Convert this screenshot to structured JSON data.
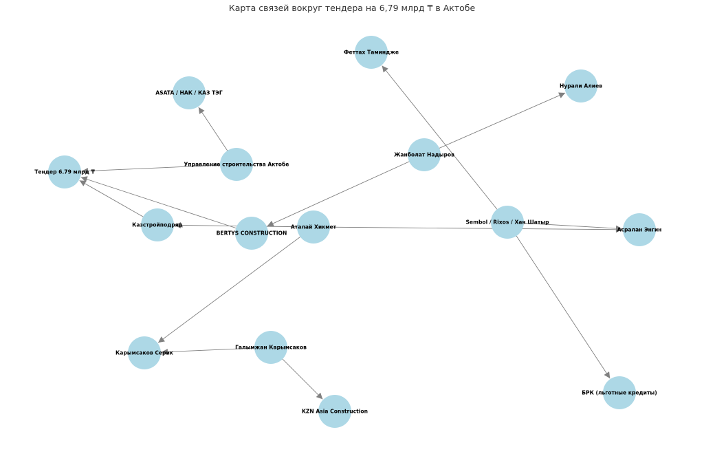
{
  "title": "Карта связей вокруг тендера на 6,79 млрд ₸ в Актобе",
  "colors": {
    "node_fill": "#add8e6",
    "edge": "#808080",
    "text": "#000000",
    "title": "#333333"
  },
  "nodes": [
    {
      "id": "tender",
      "label": "Тендер 6.79 млрд ₸"
    },
    {
      "id": "asata",
      "label": "ASATA / НАК / КАЗ ТЭГ"
    },
    {
      "id": "upr",
      "label": "Управление строительства Актобе"
    },
    {
      "id": "kazstroy",
      "label": "Казстройподряд"
    },
    {
      "id": "bertys",
      "label": "BERTYS CONSTRUCTION"
    },
    {
      "id": "atalay",
      "label": "Аталай Хикмет"
    },
    {
      "id": "feth",
      "label": "Феттах Таминдже"
    },
    {
      "id": "nurali",
      "label": "Нурали Алиев"
    },
    {
      "id": "zhanbolat",
      "label": "Жанболат Надыров"
    },
    {
      "id": "sembol",
      "label": "Sembol / Rixos / Хан Шатыр"
    },
    {
      "id": "asralan",
      "label": "Асралан Энгин"
    },
    {
      "id": "karymsakov_s",
      "label": "Карымсаков Серик"
    },
    {
      "id": "galymzhan",
      "label": "Галымжан Карымсаков"
    },
    {
      "id": "kzn",
      "label": "KZN Asia Construction"
    },
    {
      "id": "brk",
      "label": "БРК (льготные кредиты)"
    }
  ],
  "edges": [
    {
      "from": "upr",
      "to": "tender"
    },
    {
      "from": "upr",
      "to": "asata"
    },
    {
      "from": "kazstroy",
      "to": "tender"
    },
    {
      "from": "bertys",
      "to": "tender"
    },
    {
      "from": "atalay",
      "to": "kazstroy"
    },
    {
      "from": "atalay",
      "to": "karymsakov_s"
    },
    {
      "from": "atalay",
      "to": "asralan"
    },
    {
      "from": "zhanbolat",
      "to": "nurali"
    },
    {
      "from": "zhanbolat",
      "to": "bertys"
    },
    {
      "from": "sembol",
      "to": "feth"
    },
    {
      "from": "sembol",
      "to": "asralan"
    },
    {
      "from": "sembol",
      "to": "brk"
    },
    {
      "from": "galymzhan",
      "to": "karymsakov_s"
    },
    {
      "from": "galymzhan",
      "to": "kzn"
    }
  ]
}
